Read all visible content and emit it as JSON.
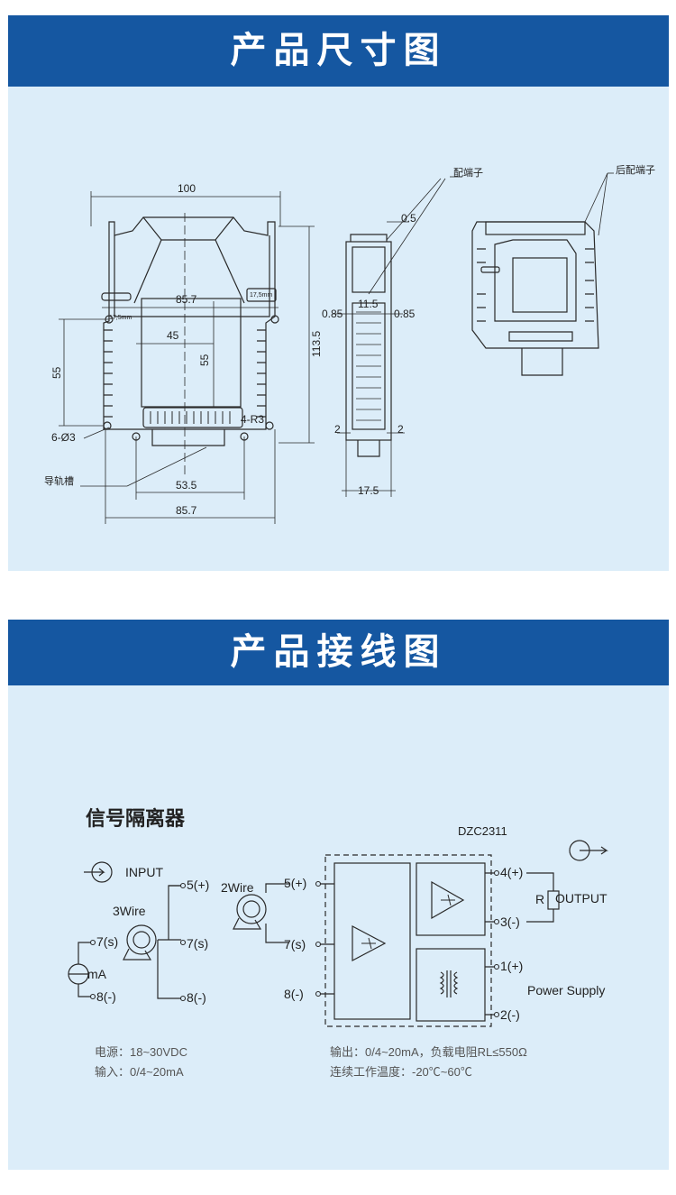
{
  "section1": {
    "title": "产品尺寸图",
    "dims": {
      "w100": "100",
      "w857_top": "85.7",
      "w45": "45",
      "h55_inner": "55",
      "h55_side": "55",
      "h1135": "113.5",
      "holes": "6-Ø3",
      "radius": "4-R3",
      "w535": "53.5",
      "w857_bottom": "85.7",
      "rail": "导轨槽",
      "label_175a": "17,5mm",
      "label_175b": "17,5mm",
      "d05": "0.5",
      "d115": "11.5",
      "d085_left": "0.85",
      "d085_right": "0.85",
      "d2_left": "2",
      "d2_right": "2",
      "d175": "17.5",
      "terminal": "配端子",
      "rear_terminal": "后配端子"
    }
  },
  "section2": {
    "title": "产品接线图",
    "heading": "信号隔离器",
    "model": "DZC2311",
    "input": "INPUT",
    "output": "OUTPUT",
    "three_wire": "3Wire",
    "two_wire": "2Wire",
    "ma": "mA",
    "r": "R",
    "power_supply": "Power Supply",
    "t5a": "5(+)",
    "t7a": "7(s)",
    "t8a": "8(-)",
    "t7b": "7(s)",
    "t8b": "8(-)",
    "t5b": "5(+)",
    "t7c": "7(s)",
    "t8c": "8(-)",
    "t4": "4(+)",
    "t3": "3(-)",
    "t1": "1(+)",
    "t2": "2(-)",
    "spec_power": "电源：18~30VDC",
    "spec_input": "输入：0/4~20mA",
    "spec_output": "输出：0/4~20mA，负载电阻RL≤550Ω",
    "spec_temp": "连续工作温度：-20℃~60℃"
  },
  "colors": {
    "banner": "#1557a1",
    "panel": "#dcedf9",
    "line": "#2a2a2a"
  }
}
